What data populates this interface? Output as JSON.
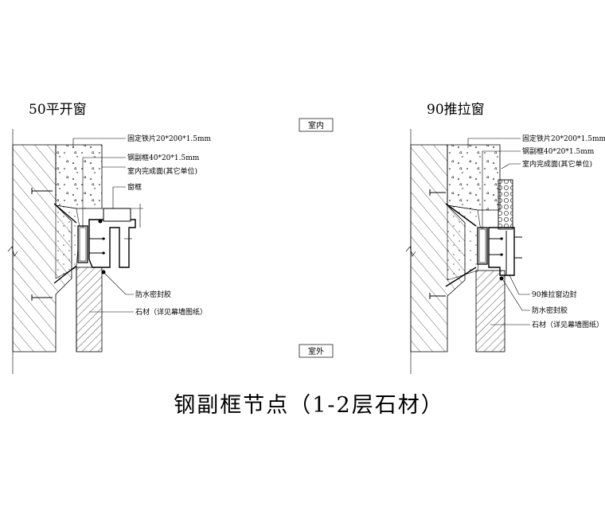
{
  "title": "钢副框节点（1-2层石材）",
  "room_labels": {
    "inside": "室内",
    "outside": "室外"
  },
  "details": [
    {
      "heading": "50平开窗",
      "callouts": [
        "固定铁片20*200*1.5mm",
        "钢副框40*20*1.5mm",
        "室内完成面(其它单位)",
        "窗框",
        "防水密封胶",
        "石材（详见幕墙图纸）"
      ]
    },
    {
      "heading": "90推拉窗",
      "callouts": [
        "固定铁片20*200*1.5mm",
        "钢副框40*20*1.5mm",
        "室内完成面(其它单位)",
        "90推拉窗边封",
        "防水密封胶",
        "石材（详见幕墙图纸）"
      ]
    }
  ],
  "colors": {
    "line": "#000000",
    "background": "#ffffff"
  }
}
